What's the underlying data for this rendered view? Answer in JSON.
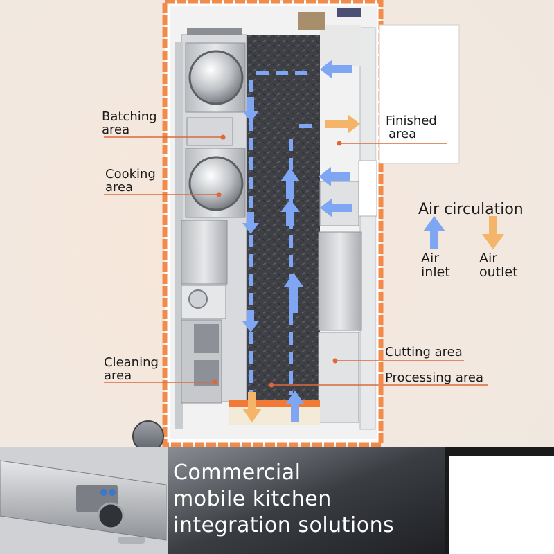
{
  "labels": {
    "batching": [
      "Batching",
      "area"
    ],
    "cooking": [
      "Cooking",
      "area"
    ],
    "cleaning": [
      "Cleaning",
      "area"
    ],
    "finished": [
      "Finished",
      "area"
    ],
    "cutting": "Cutting area",
    "processing": "Processing area"
  },
  "legend": {
    "title": "Air circulation",
    "inlet": [
      "Air",
      "inlet"
    ],
    "outlet": [
      "Air",
      "outlet"
    ],
    "inlet_color": "#7ea6f2",
    "outlet_color": "#f4b46a"
  },
  "banner": {
    "lines": [
      "Commercial",
      "mobile kitchen",
      "integration solutions"
    ]
  },
  "colors": {
    "container_border": "#f28a4a",
    "floor": "#3e3f44",
    "leader_line": "#d96a3c",
    "marker_dot": "#e0673a"
  }
}
